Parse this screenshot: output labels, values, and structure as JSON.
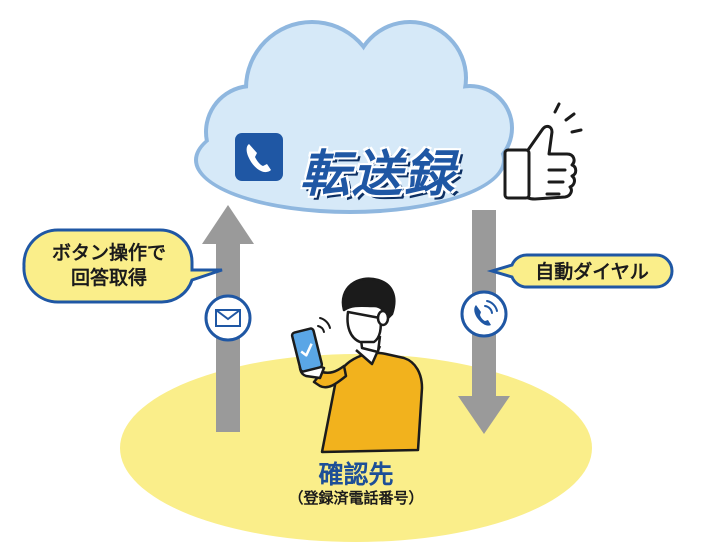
{
  "brand": {
    "title": "転送録",
    "logo_icon": "phone-handset-icon"
  },
  "left_flow": {
    "label_line1": "ボタン操作で",
    "label_line2": "回答取得",
    "icon": "envelope-icon",
    "direction": "up"
  },
  "right_flow": {
    "label": "自動ダイヤル",
    "icon": "phone-call-icon",
    "direction": "down"
  },
  "destination": {
    "title": "確認先",
    "subtitle": "（登録済電話番号）"
  },
  "colors": {
    "cloud_fill": "#d6e9f8",
    "cloud_stroke": "#8fb7df",
    "ground": "#faee8a",
    "brand_blue": "#1f57a4",
    "arrow_gray": "#9a9a9a",
    "callout_yellow": "#faee8a",
    "jacket_yellow": "#f2b21d"
  }
}
